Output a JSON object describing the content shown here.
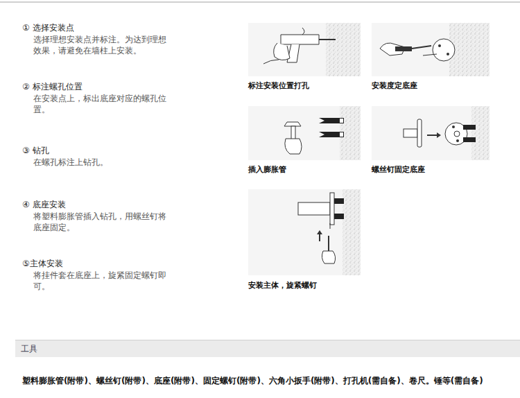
{
  "diagram": {
    "nodes": [
      {
        "text": [
          "标注安装位置打孔"
        ]
      },
      {
        "text": [
          "安装度定底座"
        ]
      },
      {
        "text": [
          "插入膨胀管"
        ]
      },
      {
        "text": [
          "螺丝钉固定底座"
        ]
      },
      {
        "text": [
          "安装主体，旋紧螺钉"
        ]
      },
      {
        "text": [
          "工具"
        ]
      }
    ],
    "labels": [
      "① 选择安装点",
      "选择理想安装点并标注。为达到理想效果，请避免在墙柱上安装。",
      "② 标注螺孔位置",
      "在安装点上，标出底座对应的螺孔位置。",
      "③ 钻孔",
      "在螺孔标注上钻孔。",
      "④ 底座安装",
      "将塑料膨胀管插入钻孔，用螺丝钉将底座固定。",
      "⑤主体安装",
      "将挂件套在底座上，旋紧固定螺钉即可。",
      "塑料膨胀管(附带)、螺丝钉(附带)、底座(附带)、固定螺钉(附带)、六角小扳手(附带)、打孔机(需自备)、卷尺。锤等(需自备)"
    ]
  }
}
